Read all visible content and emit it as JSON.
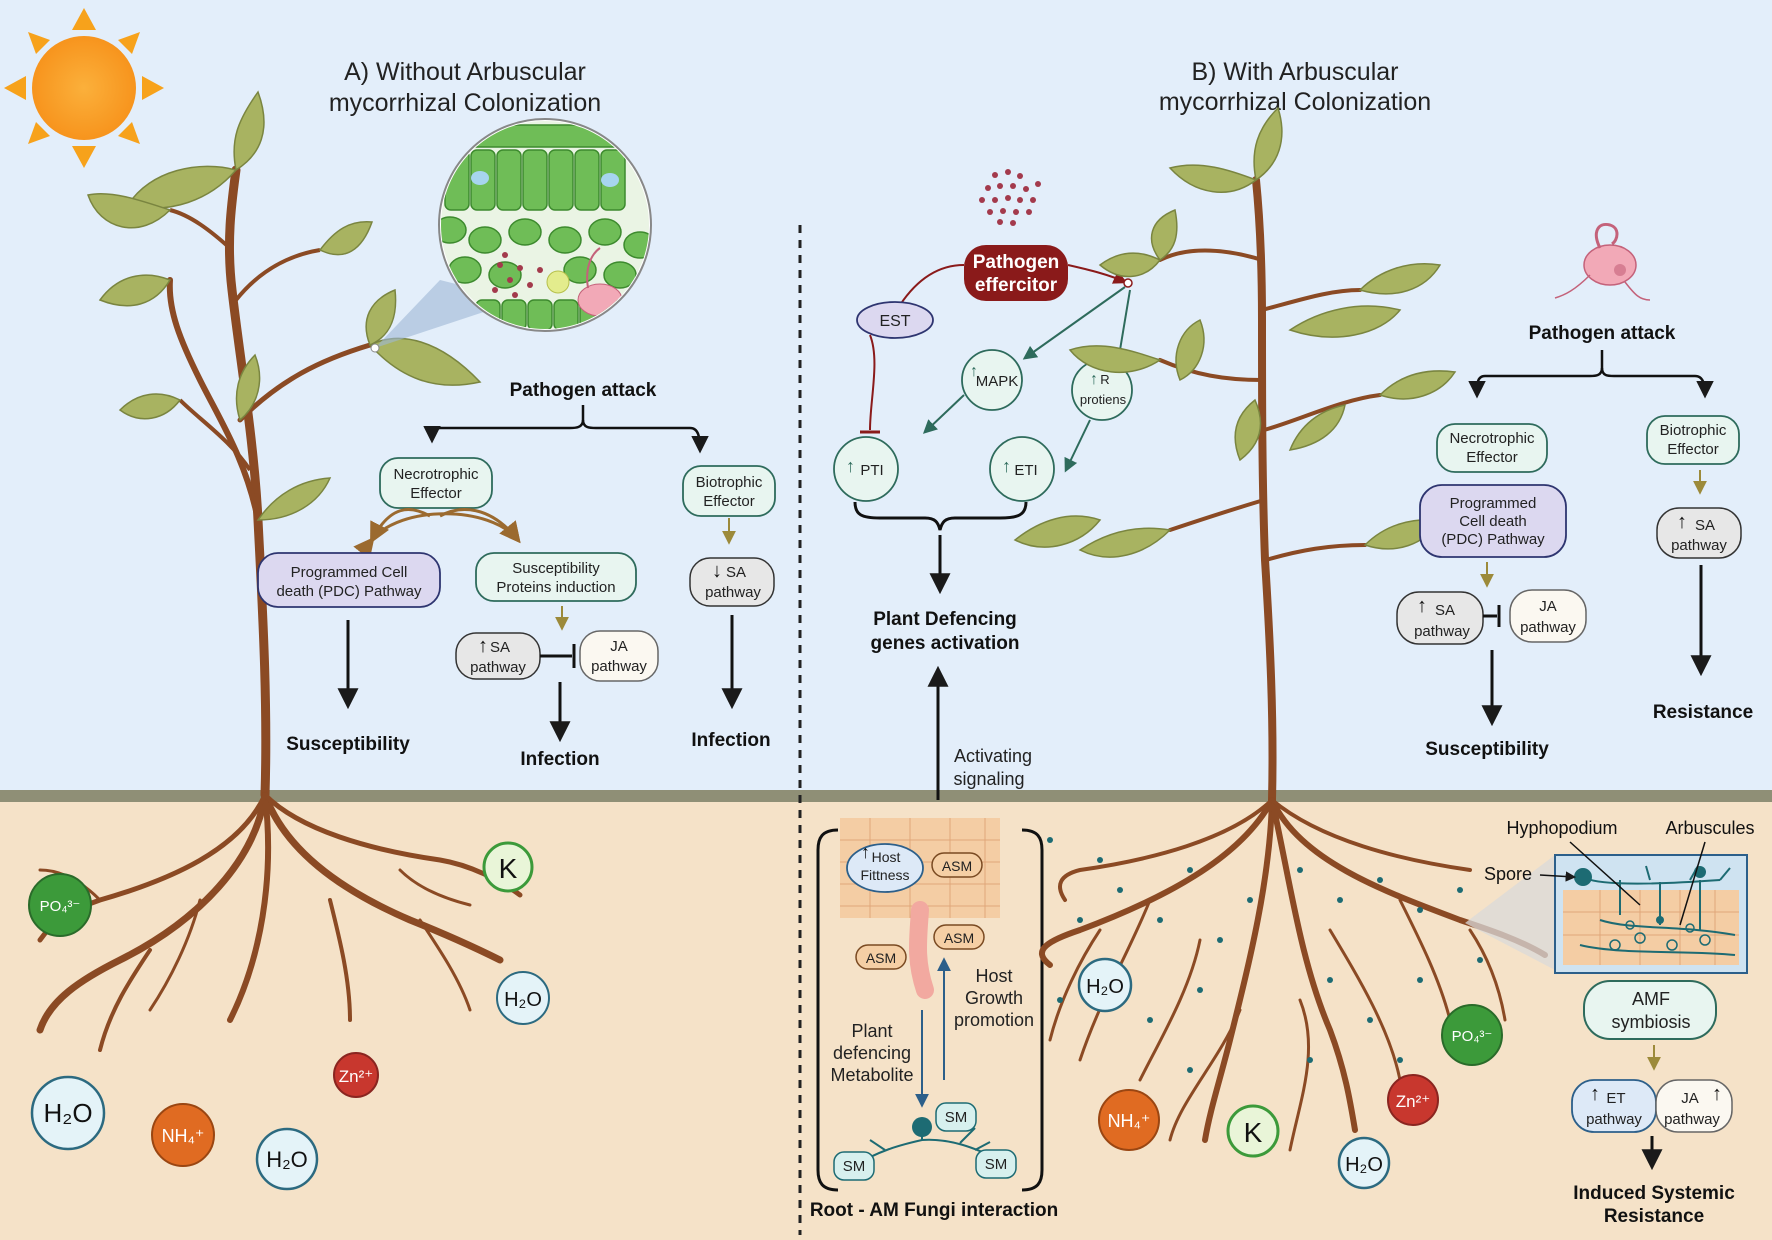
{
  "panelA": {
    "title1": "A) Without Arbuscular",
    "title2": "mycorrhizal Colonization",
    "pathogen_attack": "Pathogen attack",
    "necrotrophic1": "Necrotrophic",
    "necrotrophic2": "Effector",
    "biotrophic1": "Biotrophic",
    "biotrophic2": "Effector",
    "pcd1": "Programmed Cell",
    "pcd2": "death (PDC) Pathway",
    "susc_prot1": "Susceptibility",
    "susc_prot2": "Proteins induction",
    "sa1": "SA",
    "sa2": "pathway",
    "ja1": "JA",
    "ja2": "pathway",
    "bio_sa1": "SA",
    "bio_sa2": "pathway",
    "susceptibility": "Susceptibility",
    "infection_mid": "Infection",
    "infection_right": "Infection",
    "nutrients": {
      "po4": "PO₄³⁻",
      "k": "K",
      "h2o_1": "H₂O",
      "h2o_2": "H₂O",
      "h2o_3": "H₂O",
      "zn": "Zn²⁺",
      "nh4": "NH₄⁺"
    }
  },
  "panelMid": {
    "pathogen1": "Pathogen",
    "pathogen2": "effercitor",
    "est": "EST",
    "mapk": "MAPK",
    "r1": "R",
    "r2": "protiens",
    "pti": "PTI",
    "eti": "ETI",
    "defence1": "Plant Defencing",
    "defence2": "genes activation",
    "activating1": "Activating",
    "activating2": "signaling",
    "host_fit1": "Host",
    "host_fit2": "Fittness",
    "asm": "ASM",
    "host_growth1": "Host",
    "host_growth2": "Growth",
    "host_growth3": "promotion",
    "plant_def1": "Plant",
    "plant_def2": "defencing",
    "plant_def3": "Metabolite",
    "sm": "SM",
    "root_am": "Root - AM Fungi interaction"
  },
  "panelB": {
    "title1": "B) With Arbuscular",
    "title2": "mycorrhizal Colonization",
    "pathogen_attack": "Pathogen attack",
    "necrotrophic1": "Necrotrophic",
    "necrotrophic2": "Effector",
    "biotrophic1": "Biotrophic",
    "biotrophic2": "Effector",
    "pcd1": "Programmed",
    "pcd2": "Cell death",
    "pcd3": "(PDC) Pathway",
    "sa1": "SA",
    "sa2": "pathway",
    "ja1": "JA",
    "ja2": "pathway",
    "bio_sa1": "SA",
    "bio_sa2": "pathway",
    "susceptibility": "Susceptibility",
    "resistance": "Resistance",
    "hyphopodium": "Hyphopodium",
    "arbuscules": "Arbuscules",
    "spore": "Spore",
    "amf1": "AMF",
    "amf2": "symbiosis",
    "et1": "ET",
    "et2": "pathway",
    "ja_b1": "JA",
    "ja_b2": "pathway",
    "isr1": "Induced Systemic",
    "isr2": "Resistance",
    "nutrients": {
      "h2o_1": "H₂O",
      "h2o_2": "H₂O",
      "po4": "PO₄³⁻",
      "zn": "Zn²⁺",
      "nh4": "NH₄⁺",
      "k": "K"
    }
  },
  "colors": {
    "sky": "#e3eefa",
    "soil": "#f5e2c8",
    "ground_line": "#8f8f76",
    "stem": "#8b4a24",
    "leaf": "#a8b361",
    "teal_box": "#e8f5f0",
    "teal_border": "#2e6b5c",
    "purple_box": "#dcd8f0",
    "pathogen_red": "#8a1a1a"
  }
}
